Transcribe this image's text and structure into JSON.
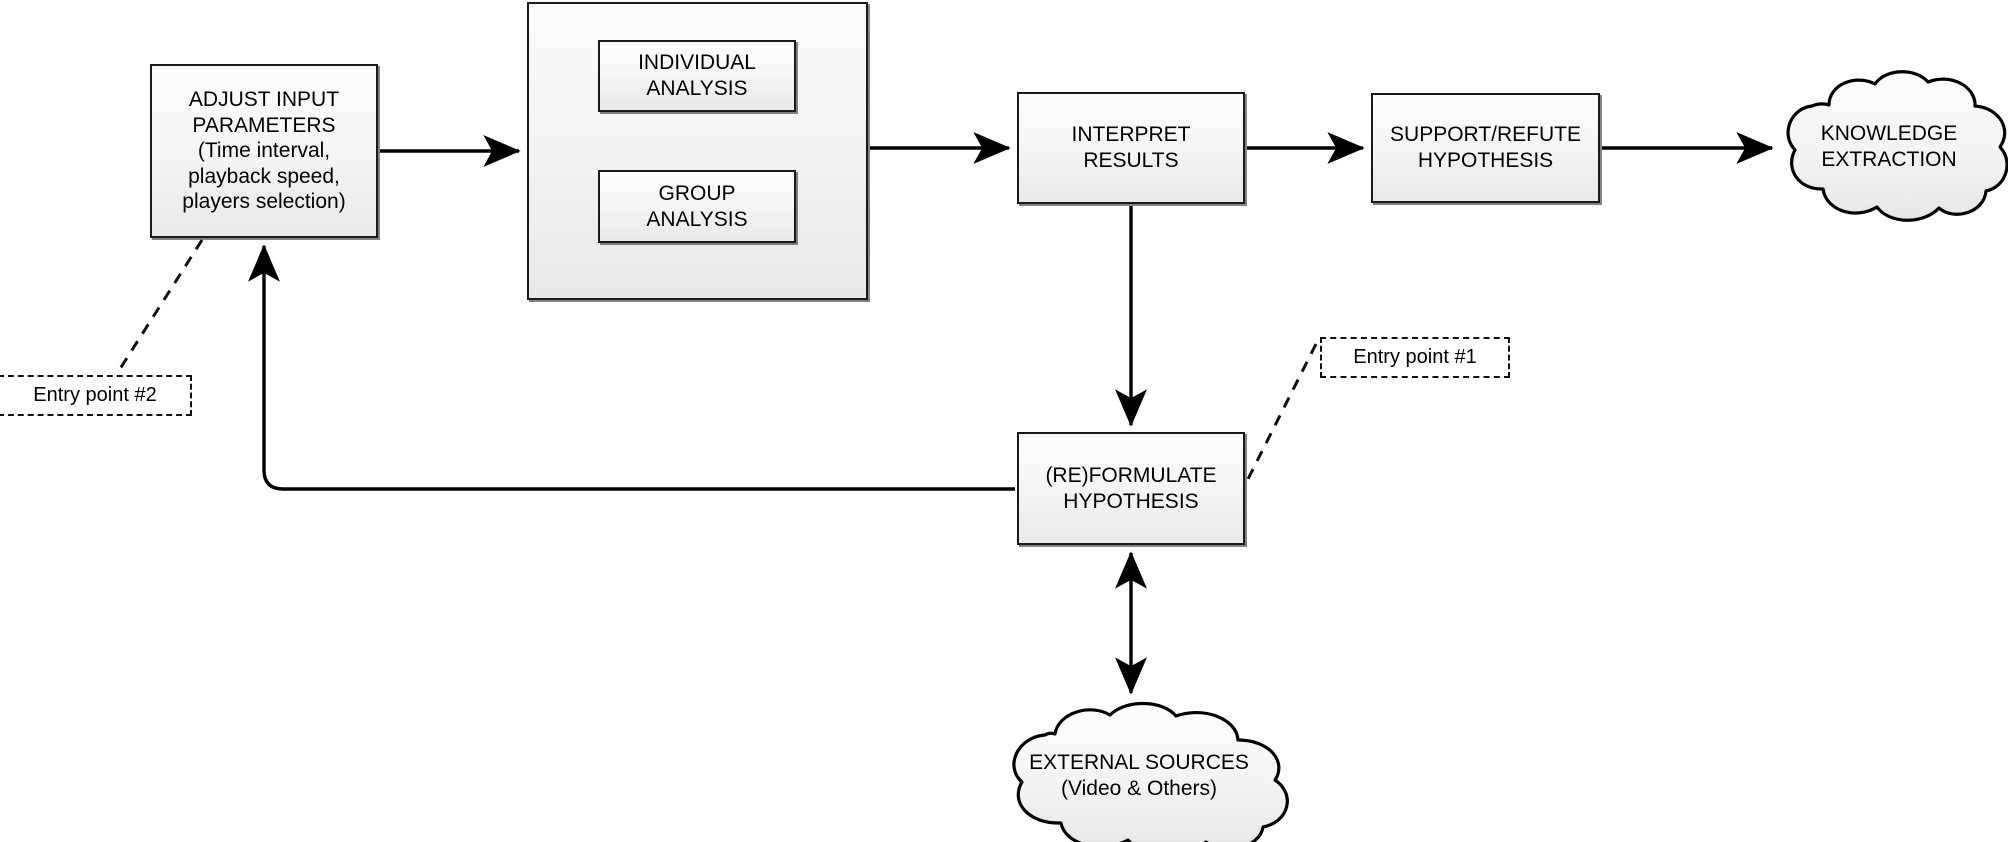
{
  "diagram": {
    "title": "Analysis workflow flowchart",
    "background": "#ffffff",
    "stroke_color": "#1a1a1a",
    "fill_top": "#fdfdfd",
    "fill_bottom": "#e9e9e9"
  },
  "nodes": {
    "adjust_input": {
      "label": "ADJUST INPUT\nPARAMETERS\n(Time interval,\nplayback speed,\nplayers selection)",
      "shape": "rectangle"
    },
    "analysis_group": {
      "label": "",
      "shape": "rectangle-container"
    },
    "individual_analysis": {
      "label": "INDIVIDUAL\nANALYSIS",
      "shape": "rectangle"
    },
    "group_analysis": {
      "label": "GROUP\nANALYSIS",
      "shape": "rectangle"
    },
    "interpret_results": {
      "label": "INTERPRET\nRESULTS",
      "shape": "rectangle"
    },
    "support_refute": {
      "label": "SUPPORT/REFUTE\nHYPOTHESIS",
      "shape": "rectangle"
    },
    "knowledge_extraction": {
      "label": "KNOWLEDGE\nEXTRACTION",
      "shape": "cloud"
    },
    "reformulate_hypothesis": {
      "label": "(RE)FORMULATE\nHYPOTHESIS",
      "shape": "rectangle"
    },
    "external_sources": {
      "label": "EXTERNAL SOURCES\n(Video & Others)",
      "shape": "cloud"
    },
    "entry_point_1": {
      "label": "Entry point #1",
      "shape": "dashed-rectangle"
    },
    "entry_point_2": {
      "label": "Entry point #2",
      "shape": "dashed-rectangle"
    }
  },
  "edges": [
    {
      "id": "e1",
      "from": "adjust_input",
      "to": "analysis_group",
      "style": "solid",
      "arrow": "single"
    },
    {
      "id": "e2",
      "from": "analysis_group",
      "to": "interpret_results",
      "style": "solid",
      "arrow": "single"
    },
    {
      "id": "e3",
      "from": "individual_analysis",
      "to": "group_analysis",
      "style": "solid",
      "arrow": "double"
    },
    {
      "id": "e4",
      "from": "interpret_results",
      "to": "support_refute",
      "style": "solid",
      "arrow": "single"
    },
    {
      "id": "e5",
      "from": "support_refute",
      "to": "knowledge_extraction",
      "style": "solid",
      "arrow": "single"
    },
    {
      "id": "e6",
      "from": "interpret_results",
      "to": "reformulate_hypothesis",
      "style": "solid",
      "arrow": "single"
    },
    {
      "id": "e7",
      "from": "reformulate_hypothesis",
      "to": "adjust_input",
      "style": "solid",
      "arrow": "single"
    },
    {
      "id": "e8",
      "from": "reformulate_hypothesis",
      "to": "external_sources",
      "style": "solid",
      "arrow": "double"
    },
    {
      "id": "e9",
      "from": "entry_point_1",
      "to": "reformulate_hypothesis",
      "style": "dashed",
      "arrow": "none"
    },
    {
      "id": "e10",
      "from": "entry_point_2",
      "to": "adjust_input",
      "style": "dashed",
      "arrow": "none"
    }
  ]
}
